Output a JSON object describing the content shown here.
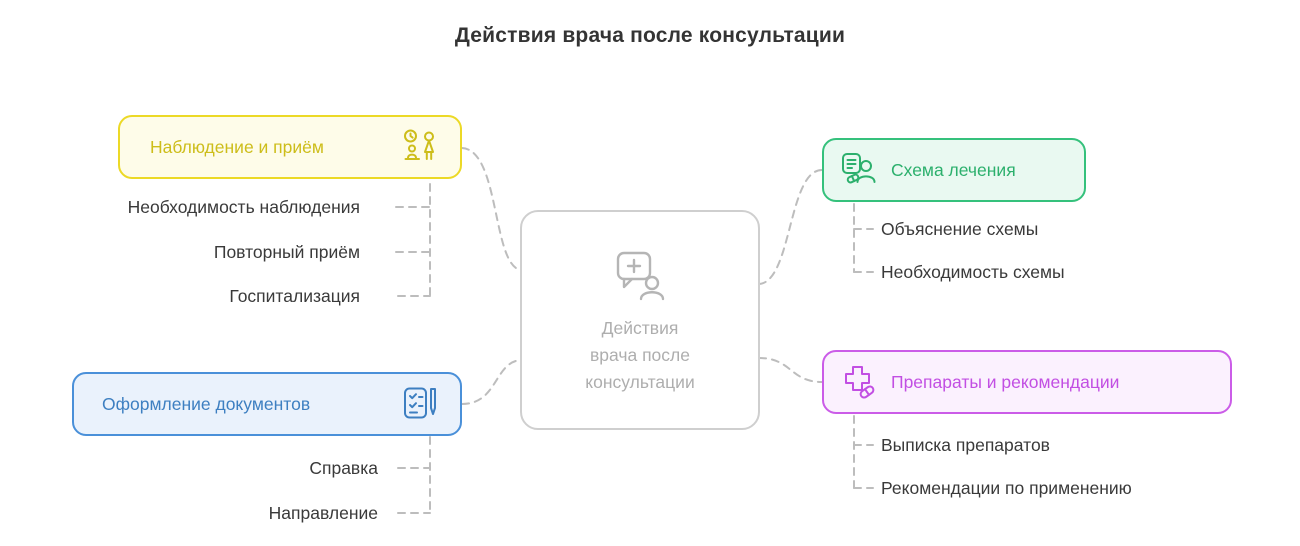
{
  "title": "Действия врача после консультации",
  "center": {
    "line1": "Действия",
    "line2": "врача после",
    "line3": "консультации",
    "icon": "consultation-bubble-icon",
    "border_color": "#cfcfcf",
    "text_color": "#aeaeae"
  },
  "branches": [
    {
      "label": "Наблюдение и приём",
      "icon": "reception-appointment-icon",
      "accent": "#ecd926",
      "fill": "#fefce9",
      "text_color": "#cdbd1a",
      "children": [
        "Необходимость наблюдения",
        "Повторный приём",
        "Госпитализация"
      ]
    },
    {
      "label": "Оформление документов",
      "icon": "document-pen-icon",
      "accent": "#4a90d9",
      "fill": "#eaf2fc",
      "text_color": "#3d7fc1",
      "children": [
        "Справка",
        "Направление"
      ]
    },
    {
      "label": "Схема лечения",
      "icon": "treatment-scheme-icon",
      "accent": "#35c17c",
      "fill": "#e9f9f1",
      "text_color": "#2cb06d",
      "children": [
        "Объяснение схемы",
        "Необходимость схемы"
      ]
    },
    {
      "label": "Препараты и рекомендации",
      "icon": "medication-pill-icon",
      "accent": "#cb5ce8",
      "fill": "#fbf1fe",
      "text_color": "#c24fe3",
      "children": [
        "Выписка препаратов",
        "Рекомендации по применению"
      ]
    }
  ],
  "connector_color": "#bdbdbd",
  "child_text_color": "#3a3a3a"
}
